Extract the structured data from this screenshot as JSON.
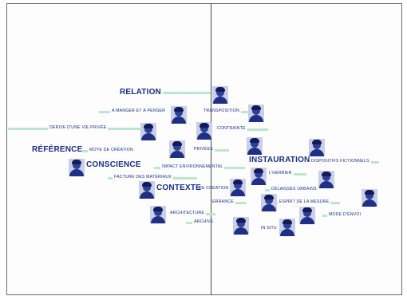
{
  "labels": {
    "relation": "RELATION",
    "a_manger": "A MANGER ET À PENSER",
    "transposition": "TRANSPOSITION",
    "derive": "DÉRIVE D'UNE VIE PRIVÉE",
    "contrainte": "CONTRAINTE",
    "reference": "RÉFÉRENCE",
    "moyen": "MOYE DE CRÉATION",
    "privees": "PRIVÉES",
    "instauration": "INSTAURATION",
    "dispositifs": "DISPOSITIFS FICTIONNELS",
    "conscience": "CONSCIENCE",
    "impact": "IMPACT ENVIRONNEMENTAL",
    "facture": "FACTURE DES MATÉRIAUX",
    "herbier": "L'HERBIER",
    "contexte": "CONTEXTE",
    "creation": "DE CRÉATION",
    "delaisses": "DÉLAISSÉS URBAINS",
    "errance": "ERRANCE",
    "esprit": "ESPRIT DE LA MESURE",
    "architecture": "ARCHITECTURE",
    "mode": "MODE D'ÉNVOI",
    "archive": "ARCHIVE",
    "in_situ": "IN SITU"
  }
}
